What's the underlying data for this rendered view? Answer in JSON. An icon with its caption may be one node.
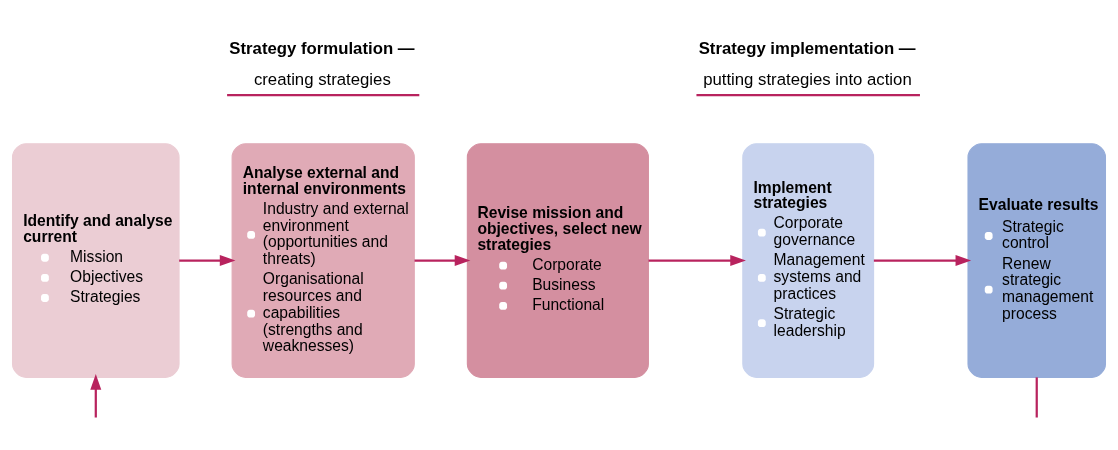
{
  "diagram": {
    "nodes": [
      {
        "text": [
          "Identify and analyse current",
          "Mission",
          "Objectives",
          "Strategies"
        ]
      },
      {
        "text": [
          "Analyse external and internal environments",
          "Industry and external environment (opportunities and threats)",
          "Organisational resources and capabilities (strengths and weaknesses)"
        ]
      },
      {
        "text": [
          "Revise mission and objectives, select new strategies",
          "Corporate",
          "Business",
          "Functional"
        ]
      },
      {
        "text": [
          "Implement strategies",
          "Corporate governance",
          "Management systems and practices",
          "Strategic leadership"
        ]
      },
      {
        "text": [
          "Evaluate results",
          "Strategic control",
          "Renew strategic management process"
        ]
      }
    ],
    "edges": [
      {
        "from": 0,
        "to": 1,
        "arrow": "to"
      },
      {
        "from": 1,
        "to": 2,
        "arrow": "to"
      },
      {
        "from": 2,
        "to": 3,
        "arrow": "to"
      },
      {
        "from": 3,
        "to": 4,
        "arrow": "to"
      },
      {
        "from": null,
        "to": 0,
        "arrow": "to"
      },
      {
        "from": 4,
        "to": null,
        "arrow": "none"
      }
    ],
    "labels": [
      "Strategy formulation —",
      "creating strategies",
      "Strategy implementation —",
      "putting strategies into action"
    ]
  }
}
